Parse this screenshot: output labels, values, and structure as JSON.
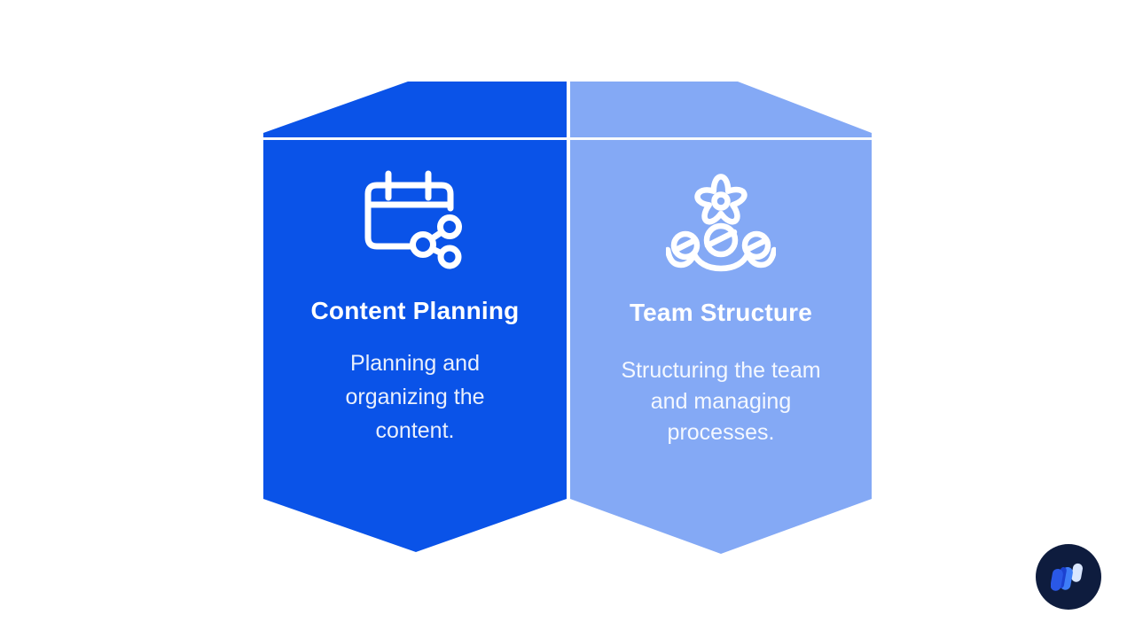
{
  "page": {
    "background": "#FFFFFF"
  },
  "divider": {
    "color": "#F8FAFD"
  },
  "panels": [
    {
      "id": "content-planning",
      "title": "Content Planning",
      "description": "Planning and\norganizing the\ncontent.",
      "icon": "calendar-share-icon",
      "fill": "#0A53E8",
      "title_color": "#FFFFFF",
      "description_color": "#E9EFFC"
    },
    {
      "id": "team-structure",
      "title": "Team Structure",
      "description": "Structuring the team\nand managing\nprocesses.",
      "icon": "team-process-icon",
      "fill": "#84A9F5",
      "title_color": "#FFFFFF",
      "description_color": "#F4F8FF"
    }
  ],
  "logo": {
    "background": "#0E1C3E",
    "petals": [
      "#2A58E6",
      "#3E7DF7",
      "#D9E6FE"
    ],
    "overlap": "#1C41D0"
  }
}
